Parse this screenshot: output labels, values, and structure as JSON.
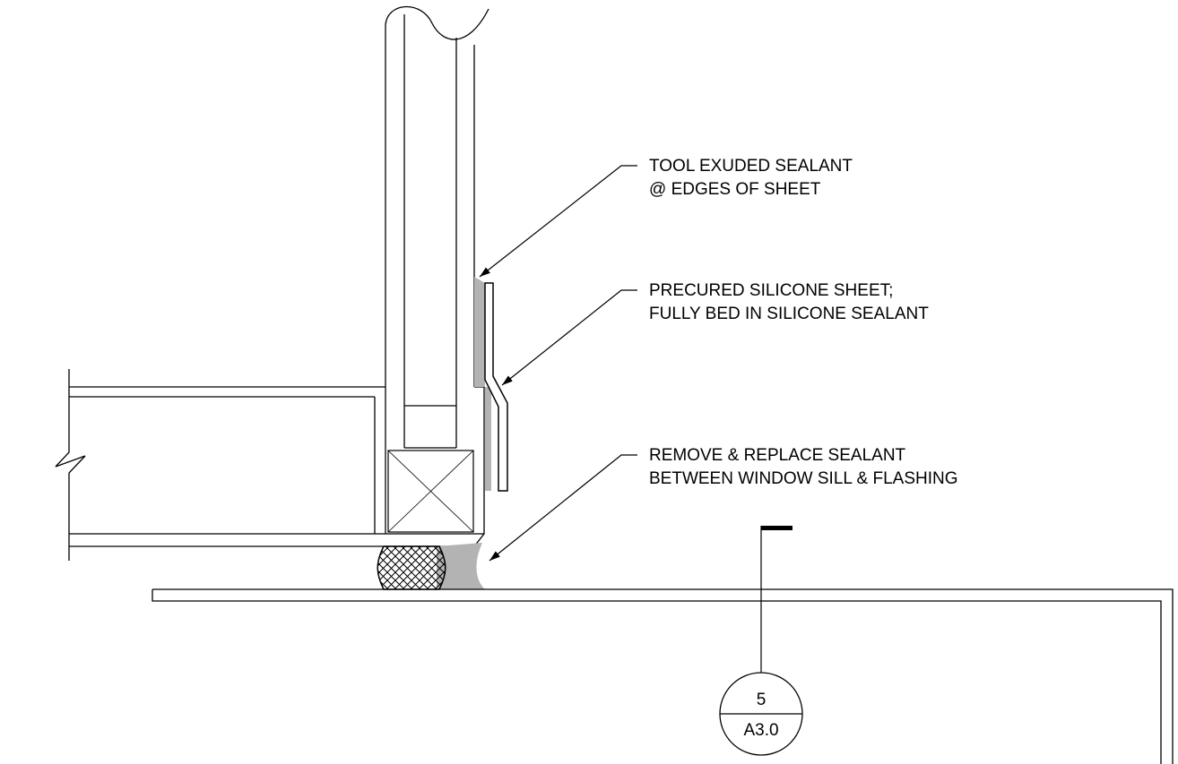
{
  "notes": [
    {
      "line1": "TOOL EXUDED SEALANT",
      "line2": "@ EDGES OF SHEET"
    },
    {
      "line1": "PRECURED SILICONE SHEET;",
      "line2": "FULLY BED IN SILICONE SEALANT"
    },
    {
      "line1": "REMOVE & REPLACE SEALANT",
      "line2": "BETWEEN WINDOW SILL & FLASHING"
    }
  ],
  "section_tag": {
    "number": "5",
    "sheet": "A3.0"
  },
  "colors": {
    "line": "#000000",
    "sealant": "#b3b3b3",
    "background": "#ffffff"
  }
}
